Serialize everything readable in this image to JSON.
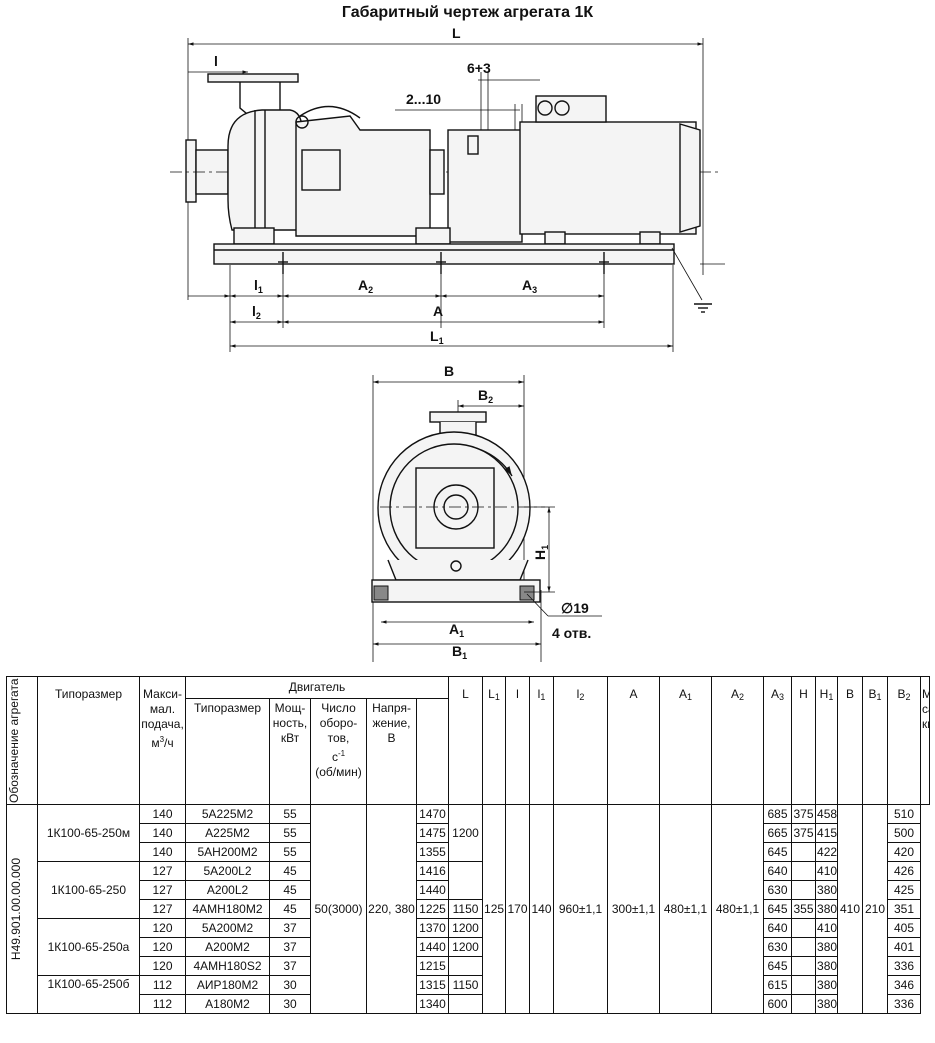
{
  "title": "Габаритный чертеж агрегата 1К",
  "drawing": {
    "labels": {
      "L": "L",
      "l": "l",
      "six_three": "6+3",
      "two_ten": "2...10",
      "l1": "l",
      "l1_sub": "1",
      "A2": "A",
      "A2_sub": "2",
      "A3": "A",
      "A3_sub": "3",
      "l2": "l",
      "l2_sub": "2",
      "A": "A",
      "L1": "L",
      "L1_sub": "1",
      "B": "B",
      "B2": "B",
      "B2_sub": "2",
      "H1": "H",
      "H1_sub": "1",
      "phi19": "∅19",
      "holes": "4 отв.",
      "A1": "A",
      "A1_sub": "1",
      "B1": "B",
      "B1_sub": "1"
    }
  },
  "table": {
    "header": {
      "designation": "Обозначение агрегата",
      "typesize": "Типоразмер",
      "max_flow": "Макси-мал. подача,",
      "max_flow_unit": "м",
      "max_flow_unit_sup": "3",
      "max_flow_unit_tail": "/ч",
      "motor": "Двигатель",
      "motor_type": "Типоразмер",
      "power": "Мощ-ность, кВт",
      "rpm": "Число оборо-тов,",
      "rpm_unit": "с",
      "rpm_unit_sup": "-1",
      "rpm_unit_tail": "(об/мин)",
      "voltage": "Напря-жение, В",
      "L": "L",
      "L1": "L",
      "L1_sub": "1",
      "l": "l",
      "l1": "l",
      "l1_sub": "1",
      "l2": "l",
      "l2_sub": "2",
      "A": "A",
      "A1": "A",
      "A1_sub": "1",
      "A2": "A",
      "A2_sub": "2",
      "A3": "A",
      "A3_sub": "3",
      "H": "H",
      "H1": "H",
      "H1_sub": "1",
      "B": "B",
      "B1": "B",
      "B1_sub": "1",
      "B2": "B",
      "B2_sub": "2",
      "mass": "Мас-са, кг"
    },
    "designation_value": "Н49.901.00.00.000",
    "groups": [
      "1К100-65-250м",
      "1К100-65-250",
      "1К100-65-250а",
      "1К100-65-250б"
    ],
    "rows": [
      {
        "flow": "140",
        "motor": "5А225М2",
        "power": "55",
        "L": "1470",
        "H": "685",
        "H1": "375",
        "B": "458",
        "mass": "510"
      },
      {
        "flow": "140",
        "motor": "А225М2",
        "power": "55",
        "L": "1475",
        "H": "665",
        "H1": "375",
        "B": "415",
        "mass": "500"
      },
      {
        "flow": "140",
        "motor": "5АН200М2",
        "power": "55",
        "L": "1355",
        "H": "645",
        "H1": "",
        "B": "422",
        "mass": "420"
      },
      {
        "flow": "127",
        "motor": "5А200L2",
        "power": "45",
        "L": "1416",
        "H": "640",
        "H1": "",
        "B": "410",
        "mass": "426"
      },
      {
        "flow": "127",
        "motor": "А200L2",
        "power": "45",
        "L": "1440",
        "H": "630",
        "H1": "",
        "B": "380",
        "mass": "425"
      },
      {
        "flow": "127",
        "motor": "4АМН180М2",
        "power": "45",
        "L": "1225",
        "H": "645",
        "H1": "355",
        "B": "380",
        "mass": "351"
      },
      {
        "flow": "120",
        "motor": "5А200М2",
        "power": "37",
        "L": "1370",
        "H": "640",
        "H1": "",
        "B": "410",
        "mass": "405"
      },
      {
        "flow": "120",
        "motor": "А200М2",
        "power": "37",
        "L": "1440",
        "H": "630",
        "H1": "",
        "B": "380",
        "mass": "401"
      },
      {
        "flow": "120",
        "motor": "4АМН180S2",
        "power": "37",
        "L": "1215",
        "H": "645",
        "H1": "",
        "B": "380",
        "mass": "336"
      },
      {
        "flow": "112",
        "motor": "АИР180М2",
        "power": "30",
        "L": "1315",
        "H": "615",
        "H1": "",
        "B": "380",
        "mass": "346"
      },
      {
        "flow": "112",
        "motor": "А180М2",
        "power": "30",
        "L": "1340",
        "H": "600",
        "H1": "",
        "B": "380",
        "mass": "336"
      }
    ],
    "L1_values": [
      "1200",
      "1150",
      "1200",
      "1200",
      "1150"
    ],
    "shared": {
      "rpm": "50(3000)",
      "voltage": "220, 380",
      "l": "125",
      "l1": "170",
      "l2": "140",
      "A": "960±1,1",
      "A1": "300±1,1",
      "A2": "480±1,1",
      "A3": "480±1,1",
      "B1": "410",
      "B2": "210"
    }
  }
}
